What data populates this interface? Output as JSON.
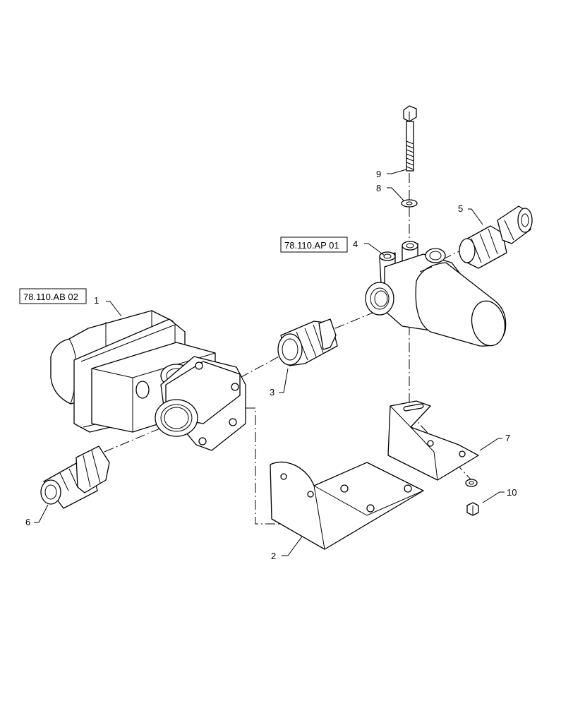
{
  "references": [
    {
      "id": "ref-ab",
      "text": "78.110.AB 02"
    },
    {
      "id": "ref-ap",
      "text": "78.110.AP 01"
    }
  ],
  "callouts": [
    {
      "id": "1",
      "text": "1"
    },
    {
      "id": "2",
      "text": "2"
    },
    {
      "id": "3",
      "text": "3"
    },
    {
      "id": "4",
      "text": "4"
    },
    {
      "id": "5",
      "text": "5"
    },
    {
      "id": "6",
      "text": "6"
    },
    {
      "id": "7",
      "text": "7"
    },
    {
      "id": "8",
      "text": "8"
    },
    {
      "id": "9",
      "text": "9"
    },
    {
      "id": "10",
      "text": "10"
    }
  ]
}
